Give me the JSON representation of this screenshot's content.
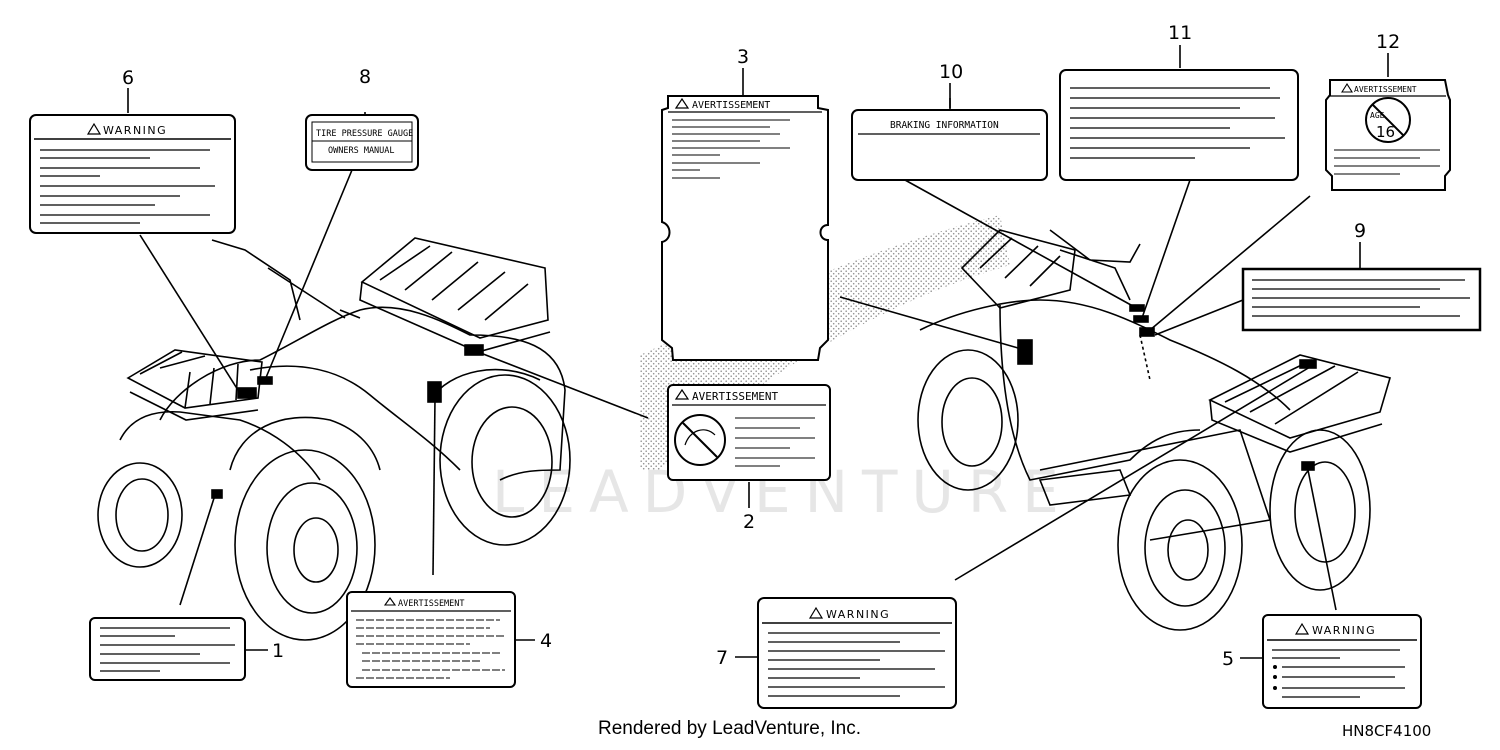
{
  "watermark": "LEADVENTURE",
  "footer": {
    "credit": "Rendered by LeadVenture, Inc.",
    "code": "HN8CF4100"
  },
  "callouts": {
    "c1": "1",
    "c2": "2",
    "c3": "3",
    "c4": "4",
    "c5": "5",
    "c6": "6",
    "c7": "7",
    "c8": "8",
    "c9": "9",
    "c10": "10",
    "c11": "11",
    "c12": "12"
  },
  "labels": {
    "warning": "WARNING",
    "avertissement": "AVERTISSEMENT",
    "tire_gauge": "TIRE PRESSURE GAUGE",
    "owners_manual": "OWNERS MANUAL",
    "braking": "BRAKING INFORMATION",
    "age_line1": "AGE",
    "age_num": "16"
  }
}
